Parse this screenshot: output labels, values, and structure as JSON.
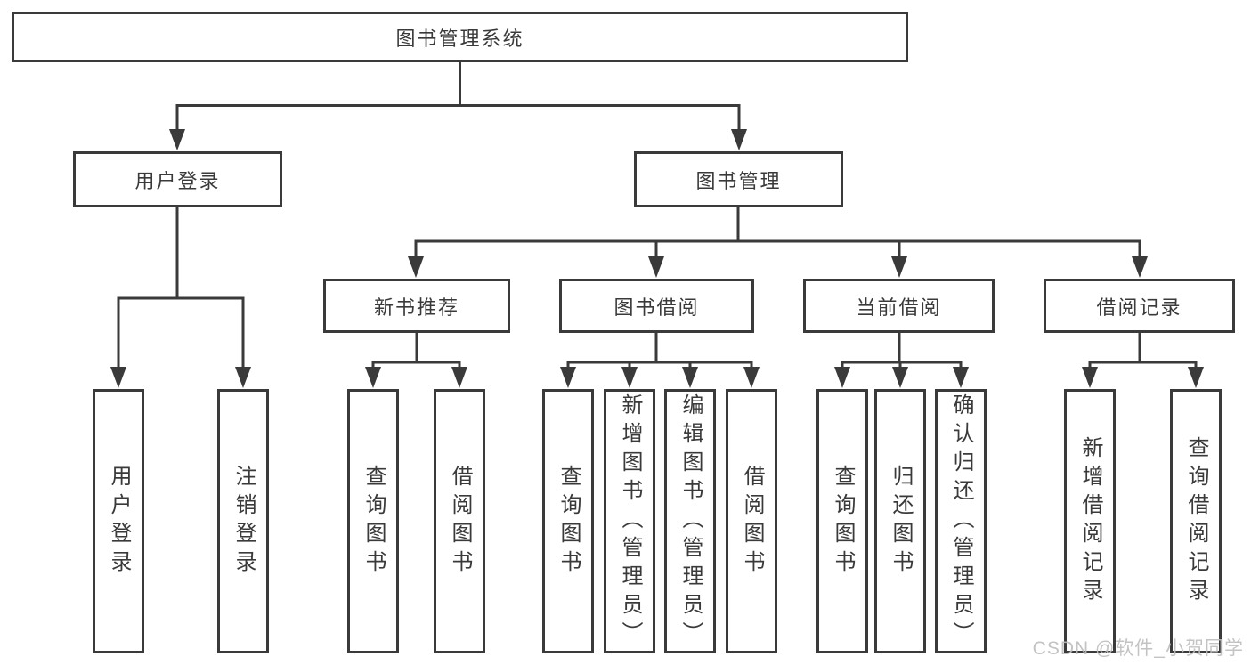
{
  "diagram": {
    "root": {
      "label": "图书管理系统"
    },
    "branches": [
      {
        "label": "用户登录",
        "children": [
          {
            "label": "用户登录"
          },
          {
            "label": "注销登录"
          }
        ]
      },
      {
        "label": "图书管理",
        "children": [
          {
            "label": "新书推荐",
            "children": [
              {
                "label": "查询图书"
              },
              {
                "label": "借阅图书"
              }
            ]
          },
          {
            "label": "图书借阅",
            "children": [
              {
                "label": "查询图书"
              },
              {
                "label": "新增图书（管理员）"
              },
              {
                "label": "编辑图书（管理员）"
              },
              {
                "label": "借阅图书"
              }
            ]
          },
          {
            "label": "当前借阅",
            "children": [
              {
                "label": "查询图书"
              },
              {
                "label": "归还图书"
              },
              {
                "label": "确认归还（管理员）"
              }
            ]
          },
          {
            "label": "借阅记录",
            "children": [
              {
                "label": "新增借阅记录"
              },
              {
                "label": "查询借阅记录"
              }
            ]
          }
        ]
      }
    ]
  },
  "watermark": {
    "text": "CSDN @软件_小贺同学"
  },
  "colors": {
    "line": "#3a3a3a",
    "text": "#3a3a3a",
    "watermark": "#bdbdbd",
    "background": "#ffffff"
  }
}
